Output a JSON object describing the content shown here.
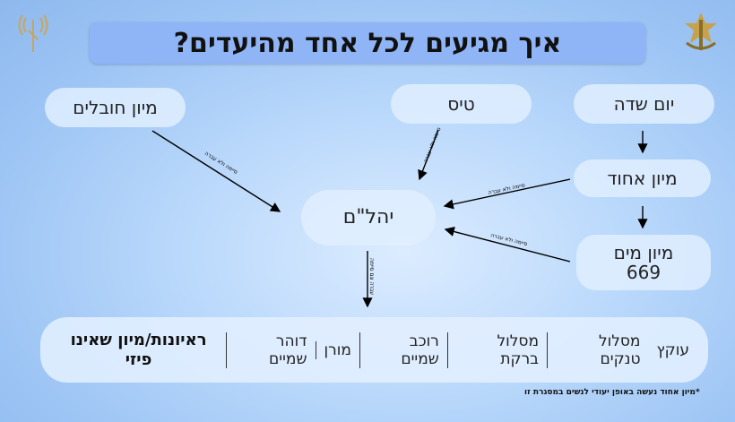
{
  "title": "איך מגיעים לכל אחד מהיעדים?",
  "nodes": {
    "field_day": "יום שדה",
    "flight": "טיס",
    "rope_sorting": "מיון חובלים",
    "single_sort": "מיון אחוד",
    "water_sort": "מיון מים 669",
    "yahalom": "יהל\"ם"
  },
  "edge_labels": {
    "completed_not_passed": "סיימה ולא עברה",
    "passed_and_completed": "עברה וגם סיימה"
  },
  "bottom_bar": {
    "head": "ראיונות/מיון שאינו פיזי",
    "items": [
      "דוהר שמיים",
      "מורן",
      "רוכב שמיים",
      "מסלול ברקת",
      "מסלול טנקים",
      "עוקץ"
    ]
  },
  "footnote": "*מיון אחוד נעשה באופן יעודי לנשים במסגרת זו",
  "icons": [
    "radio-antenna-logo",
    "idf-emblem-logo"
  ]
}
